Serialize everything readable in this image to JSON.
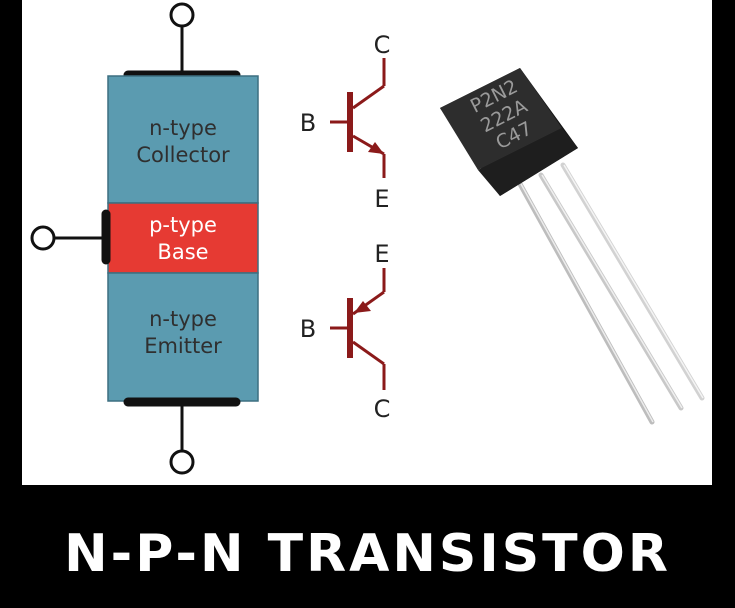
{
  "colors": {
    "background": "#000000",
    "panel": "#ffffff",
    "n_layer": "#5b9bb0",
    "p_layer": "#e63a33",
    "symbol": "#8b1a1a",
    "package": "#2a2a2a",
    "lead": "#c8c8c8",
    "caption": "#ffffff"
  },
  "layers": {
    "collector": {
      "line1": "n-type",
      "line2": "Collector"
    },
    "base": {
      "line1": "p-type",
      "line2": "Base"
    },
    "emitter": {
      "line1": "n-type",
      "line2": "Emitter"
    }
  },
  "symbol_top": {
    "collector": "C",
    "base": "B",
    "emitter": "E"
  },
  "symbol_bottom": {
    "emitter": "E",
    "base": "B",
    "collector": "C"
  },
  "package": {
    "line1": "P2N2",
    "line2": "222A",
    "line3": "C47"
  },
  "caption": "N-P-N TRANSISTOR"
}
